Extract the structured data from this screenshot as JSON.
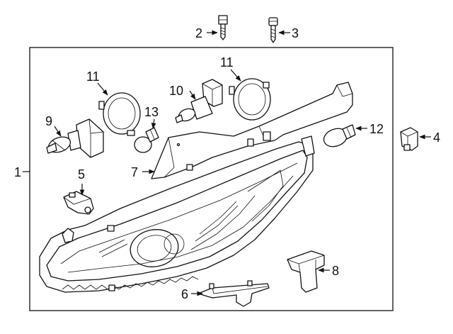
{
  "diagram": {
    "callouts": {
      "c1": "1",
      "c2": "2",
      "c3": "3",
      "c4": "4",
      "c5": "5",
      "c6": "6",
      "c7": "7",
      "c8": "8",
      "c9": "9",
      "c10": "10",
      "c11a": "11",
      "c11b": "11",
      "c12": "12",
      "c13": "13"
    },
    "colors": {
      "ink": "#111111",
      "background": "#ffffff"
    }
  }
}
